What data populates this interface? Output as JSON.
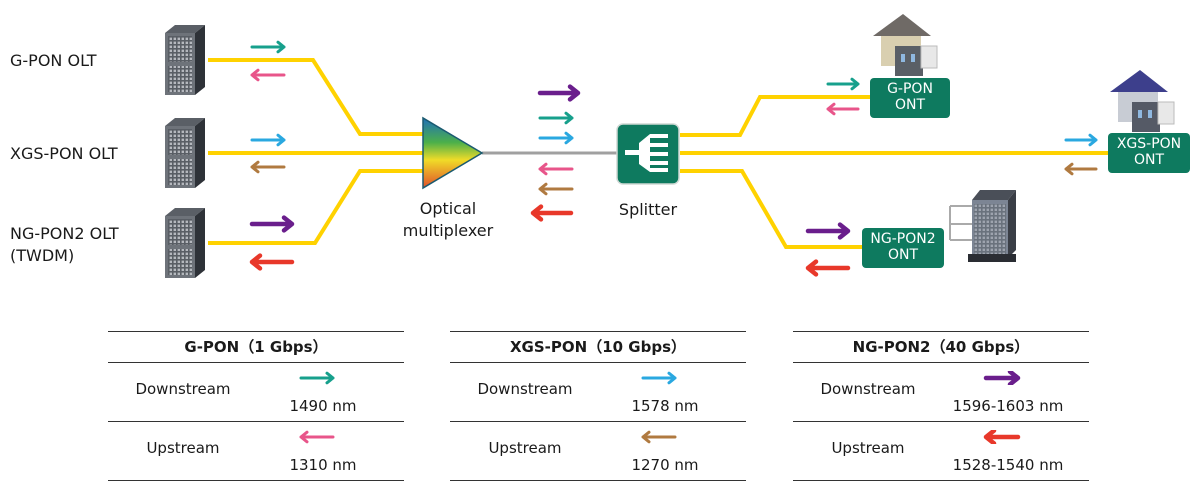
{
  "olts": [
    {
      "label": "G-PON OLT"
    },
    {
      "label": "XGS-PON OLT"
    },
    {
      "label_line1": "NG-PON2 OLT",
      "label_line2": "(TWDM)"
    }
  ],
  "multiplexer": {
    "line1": "Optical",
    "line2": "multiplexer"
  },
  "splitter": {
    "label": "Splitter"
  },
  "onts": [
    {
      "line1": "G-PON",
      "line2": "ONT"
    },
    {
      "line1": "XGS-PON",
      "line2": "ONT"
    },
    {
      "line1": "NG-PON2",
      "line2": "ONT"
    }
  ],
  "colors": {
    "fiber": "#ffd200",
    "trunk": "#a0a0a0",
    "ont_bg": "#0e7a5f",
    "gpon_down": "#17a08c",
    "gpon_up": "#e8558a",
    "xgs_down": "#2aa8e0",
    "xgs_up": "#b07a40",
    "ng_down": "#6a1e8c",
    "ng_up": "#e8382a"
  },
  "legend": [
    {
      "title": "G-PON（1 Gbps）",
      "down_label": "Downstream",
      "down_nm": "1490 nm",
      "up_label": "Upstream",
      "up_nm": "1310 nm"
    },
    {
      "title": "XGS-PON（10 Gbps）",
      "down_label": "Downstream",
      "down_nm": "1578 nm",
      "up_label": "Upstream",
      "up_nm": "1270 nm"
    },
    {
      "title": "NG-PON2（40 Gbps）",
      "down_label": "Downstream",
      "down_nm": "1596-1603 nm",
      "up_label": "Upstream",
      "up_nm": "1528-1540 nm"
    }
  ]
}
